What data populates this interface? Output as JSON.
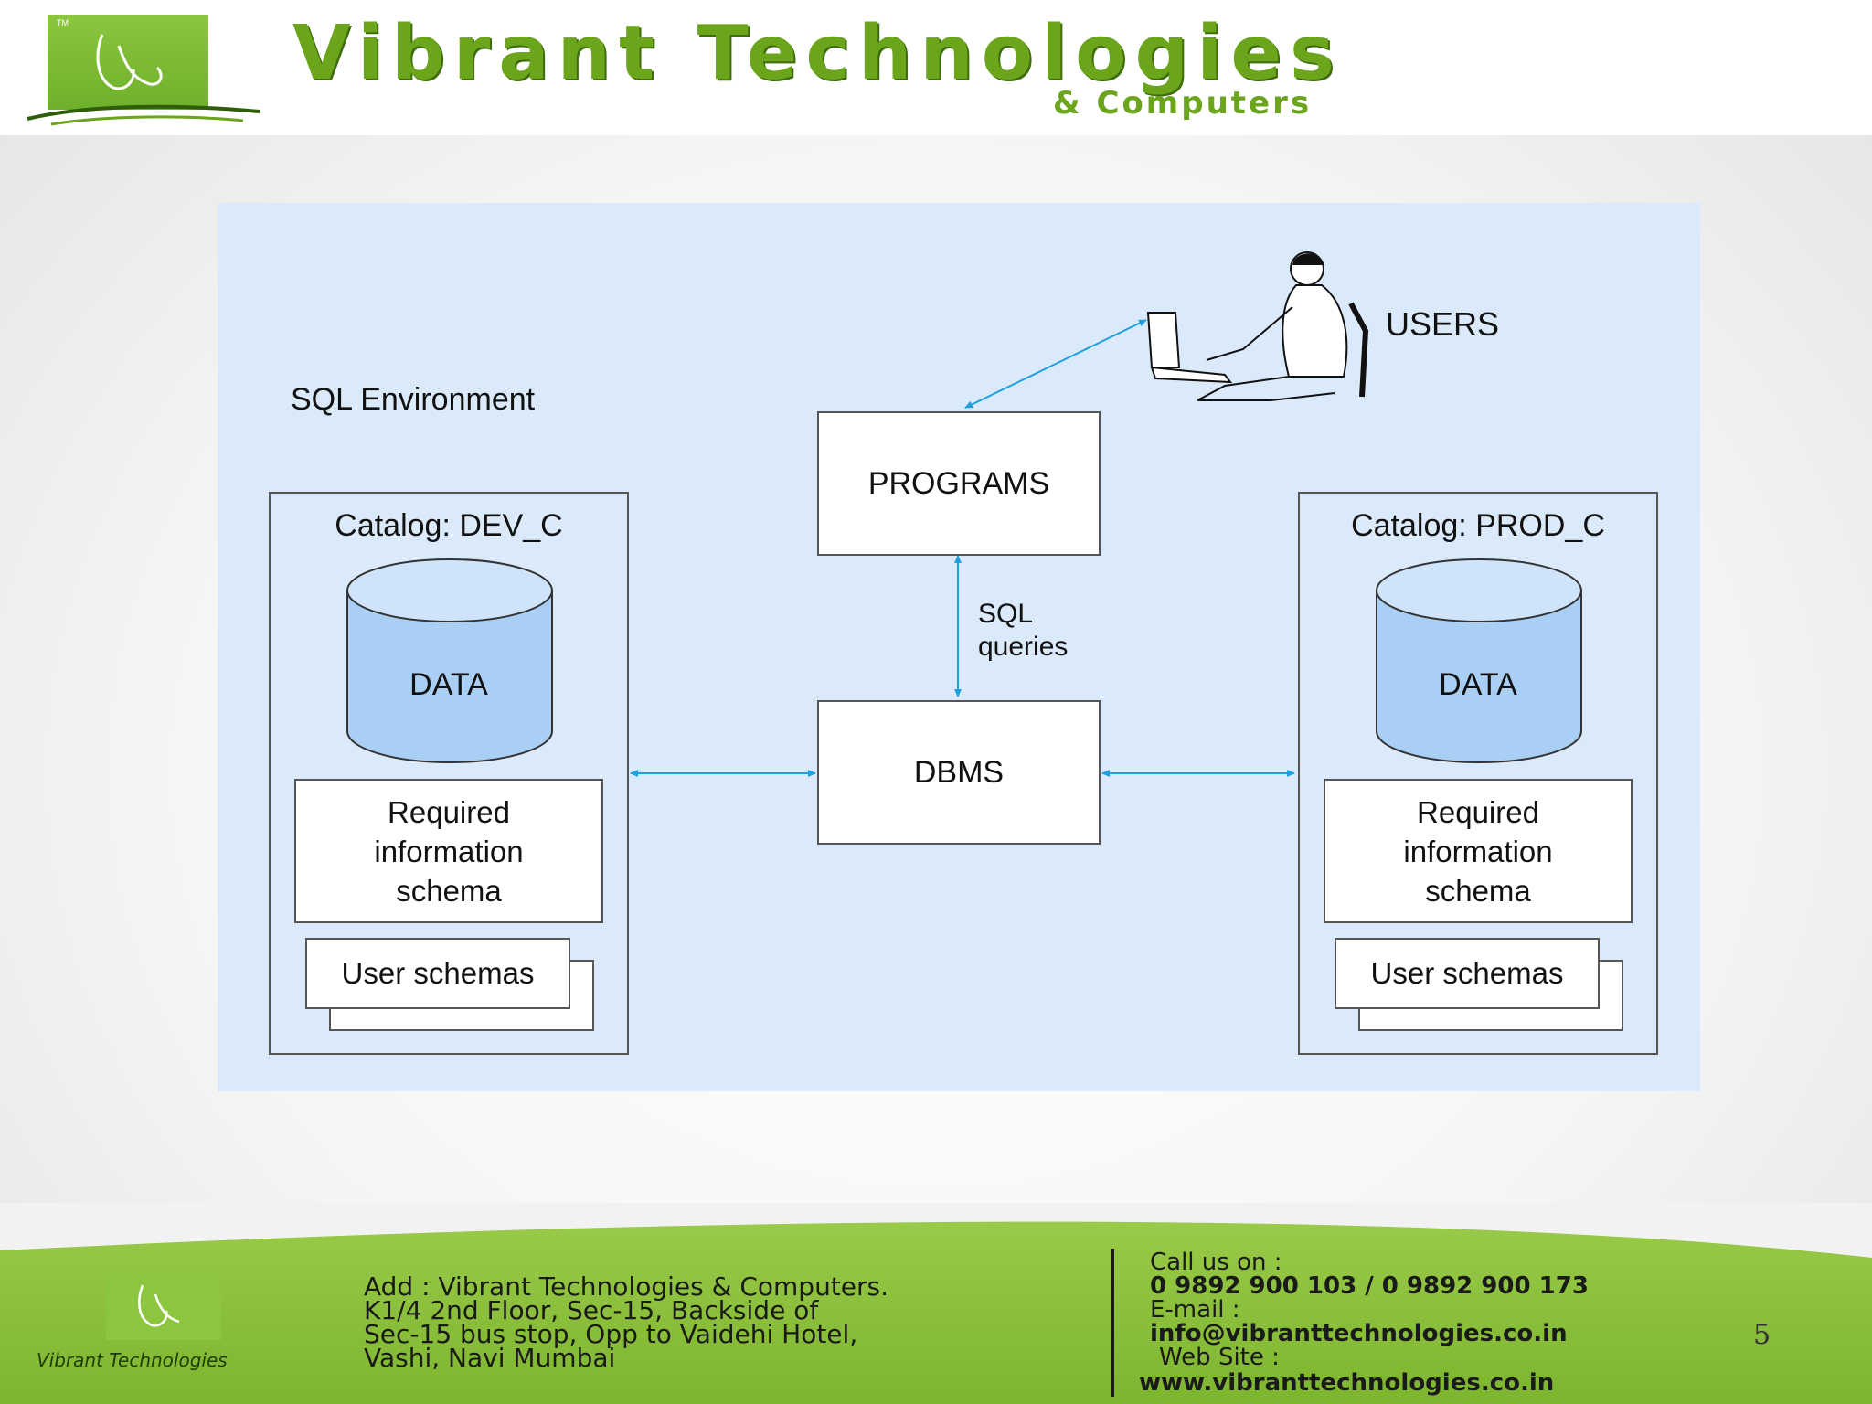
{
  "brand": {
    "title": "Vibrant Technologies",
    "subtitle": "& Computers",
    "logo_caption": "Vibrant Technologies",
    "logo_tm": "TM",
    "accent": "#6aa51c"
  },
  "diagram": {
    "environment_label": "SQL Environment",
    "users_label": "USERS",
    "programs_label": "PROGRAMS",
    "dbms_label": "DBMS",
    "sql_queries_line1": "SQL",
    "sql_queries_line2": "queries",
    "left_catalog": {
      "title": "Catalog: DEV_C",
      "data_label": "DATA",
      "schema_line1": "Required",
      "schema_line2": "information",
      "schema_line3": "schema",
      "user_schemas": "User schemas"
    },
    "right_catalog": {
      "title": "Catalog: PROD_C",
      "data_label": "DATA",
      "schema_line1": "Required",
      "schema_line2": "information",
      "schema_line3": "schema",
      "user_schemas": "User schemas"
    },
    "arrow_color": "#1ea0e0",
    "cylinder_color": "#a9cff5"
  },
  "footer": {
    "address_1": "Add : Vibrant Technologies & Computers.",
    "address_2": "K1/4 2nd Floor, Sec-15, Backside of",
    "address_3": "Sec-15 bus stop, Opp to Vaidehi Hotel,",
    "address_4": "Vashi, Navi Mumbai",
    "call_label": "Call us on :",
    "phones": "0 9892 900 103 /  0 9892 900 173",
    "email_label": "E-mail :",
    "email": "info@vibranttechnologies.co.in",
    "website_label": "Web Site :",
    "website": "www.vibranttechnologies.co.in",
    "page_number": "5"
  }
}
